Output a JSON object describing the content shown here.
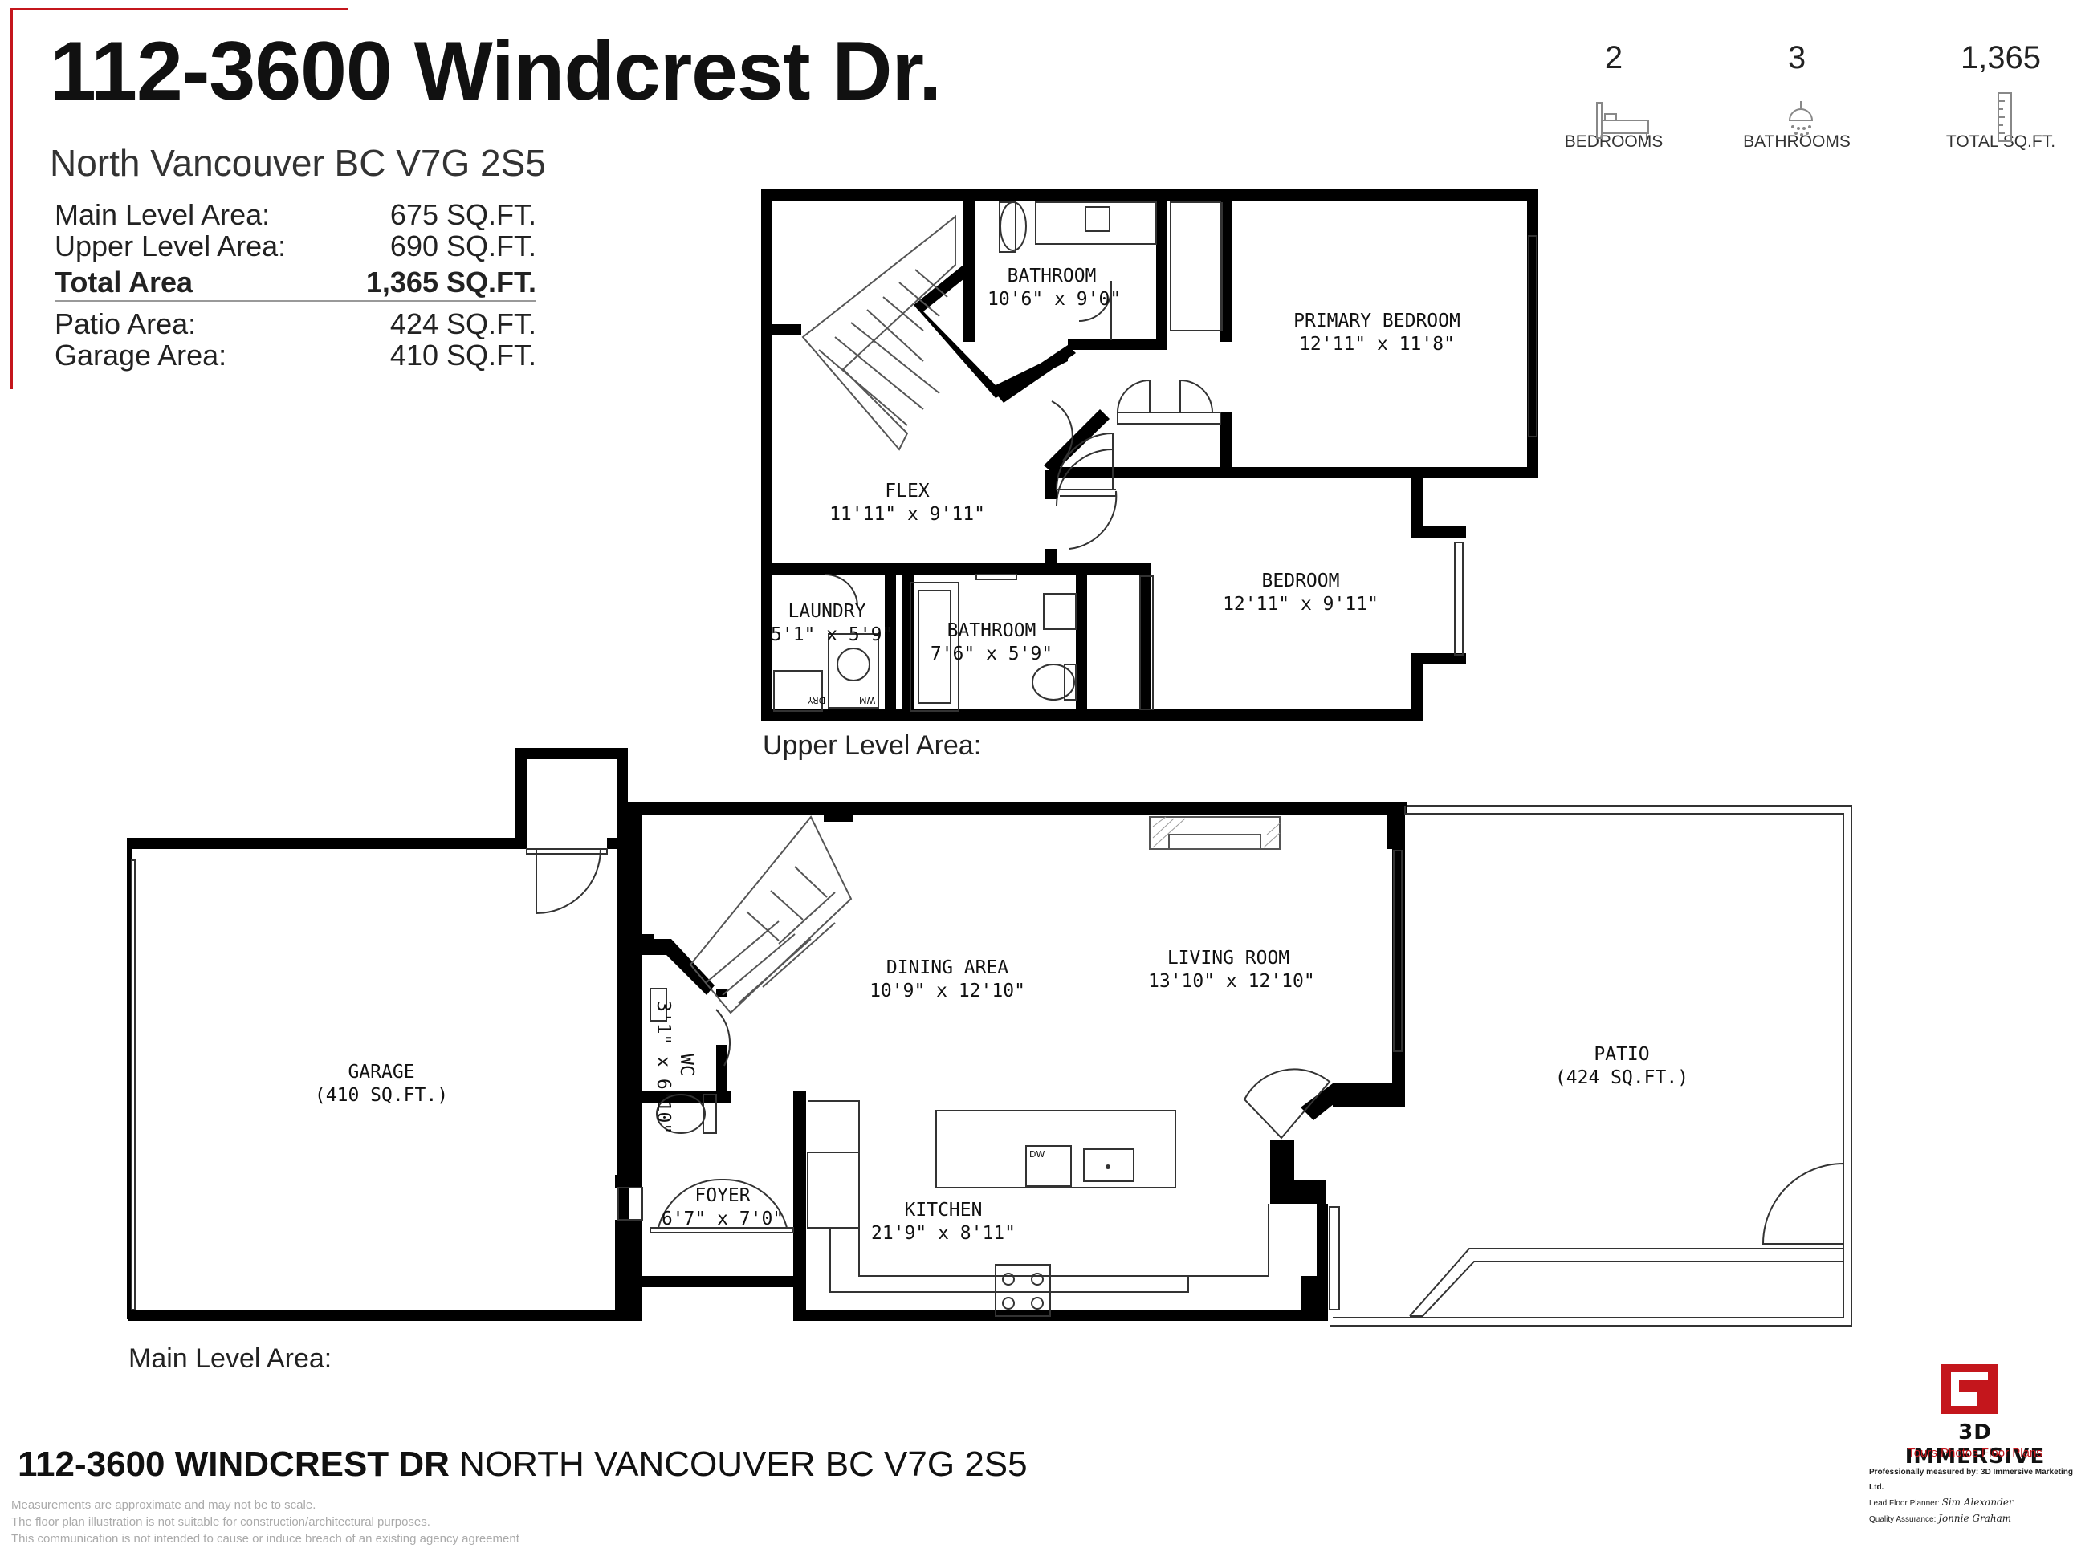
{
  "header": {
    "address_line1": "112-3600 Windcrest Dr.",
    "address_line2": "North Vancouver BC V7G 2S5"
  },
  "areas": {
    "main_label": "Main Level Area:",
    "main_value": "675 SQ.FT.",
    "upper_label": "Upper Level Area:",
    "upper_value": "690 SQ.FT.",
    "total_label": "Total Area",
    "total_value": "1,365 SQ.FT.",
    "patio_label": "Patio Area:",
    "patio_value": "424 SQ.FT.",
    "garage_label": "Garage Area:",
    "garage_value": "410 SQ.FT."
  },
  "stats": {
    "bedrooms_value": "2",
    "bedrooms_label": "BEDROOMS",
    "bedrooms_icon": "bed-icon",
    "bathrooms_value": "3",
    "bathrooms_label": "BATHROOMS",
    "bathrooms_icon": "shower-icon",
    "sqft_value": "1,365",
    "sqft_label": "TOTAL SQ.FT.",
    "sqft_icon": "ruler-icon"
  },
  "upper_level": {
    "label": "Upper Level Area:",
    "rooms": {
      "bathroom1_name": "BATHROOM",
      "bathroom1_dim": "10'6\" x 9'0\"",
      "primary_name": "PRIMARY BEDROOM",
      "primary_dim": "12'11\" x 11'8\"",
      "flex_name": "FLEX",
      "flex_dim": "11'11\" x 9'11\"",
      "bedroom_name": "BEDROOM",
      "bedroom_dim": "12'11\" x 9'11\"",
      "laundry_name": "LAUNDRY",
      "laundry_dim": "5'1\" x 5'9\"",
      "bathroom2_name": "BATHROOM",
      "bathroom2_dim": "7'6\" x 5'9\"",
      "dry_label": "DRY",
      "wm_label": "WM"
    }
  },
  "main_level": {
    "label": "Main Level Area:",
    "rooms": {
      "garage_name": "GARAGE",
      "garage_dim": "(410 SQ.FT.)",
      "dining_name": "DINING AREA",
      "dining_dim": "10'9\" x 12'10\"",
      "living_name": "LIVING ROOM",
      "living_dim": "13'10\" x 12'10\"",
      "patio_name": "PATIO",
      "patio_dim": "(424 SQ.FT.)",
      "wc_name": "WC",
      "wc_dim": "3'1\" x 6'10\"",
      "foyer_name": "FOYER",
      "foyer_dim": "6'7\" x 7'0\"",
      "kitchen_name": "KITCHEN",
      "kitchen_dim": "21'9\" x 8'11\"",
      "dw_label": "DW"
    }
  },
  "footer": {
    "address_bold": "112-3600 WINDCREST DR",
    "address_rest": " NORTH VANCOUVER BC V7G 2S5",
    "disclaimer_1": "Measurements are approximate and may not be to scale.",
    "disclaimer_2": "The floor plan illustration is not suitable for construction/architectural purposes.",
    "disclaimer_3": "This communication is not intended to cause or induce breach of an existing agency agreement"
  },
  "branding": {
    "company": "3D IMMERSIVE",
    "tagline": "Tours  Photos  Floor Plans",
    "measured_by": "Professionally measured by: 3D Immersive Marketing Ltd.",
    "lead_planner_label": "Lead Floor Planner:",
    "lead_planner_name": "Sim Alexander",
    "qa_label": "Quality Assurance:",
    "qa_name": "Jonnie Graham",
    "brand_color": "#c4161c"
  }
}
